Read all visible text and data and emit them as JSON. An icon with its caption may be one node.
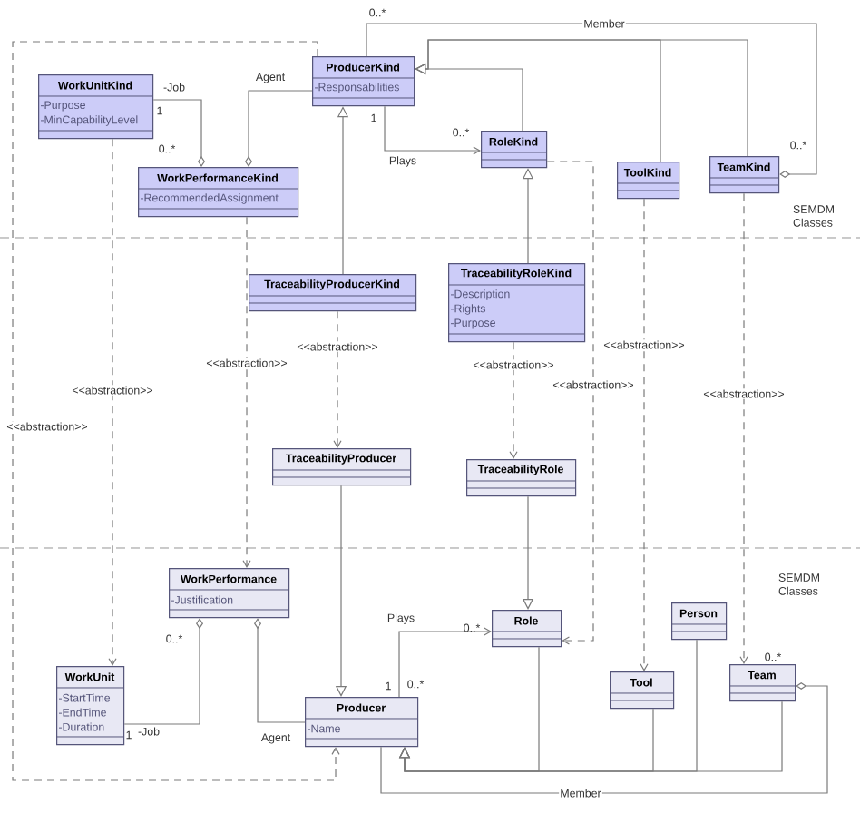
{
  "diagram": {
    "nodes": [
      {
        "text": [
          "WorkUnitKind",
          "-Purpose",
          "-MinCapabilityLevel"
        ]
      },
      {
        "text": [
          "ProducerKind",
          "-Responsabilities"
        ]
      },
      {
        "text": [
          "WorkPerformanceKind",
          "-RecommendedAssignment"
        ]
      },
      {
        "text": [
          "RoleKind"
        ]
      },
      {
        "text": [
          "ToolKind"
        ]
      },
      {
        "text": [
          "TeamKind"
        ]
      },
      {
        "text": [
          "TraceabilityProducerKind"
        ]
      },
      {
        "text": [
          "TraceabilityRoleKind",
          "-Description",
          "-Rights",
          "-Purpose"
        ]
      },
      {
        "text": [
          "TraceabilityProducer"
        ]
      },
      {
        "text": [
          "TraceabilityRole"
        ]
      },
      {
        "text": [
          "WorkPerformance",
          "-Justification"
        ]
      },
      {
        "text": [
          "Role"
        ]
      },
      {
        "text": [
          "Person"
        ]
      },
      {
        "text": [
          "WorkUnit",
          "-StartTime",
          "-EndTime",
          "-Duration"
        ]
      },
      {
        "text": [
          "Tool"
        ]
      },
      {
        "text": [
          "Team"
        ]
      },
      {
        "text": [
          "Producer",
          "-Name"
        ]
      }
    ],
    "edges": [
      {
        "from": 0,
        "to": 2,
        "arrow": "other",
        "label": "-Job"
      },
      {
        "from": 1,
        "to": 2,
        "arrow": "other",
        "label": "Agent"
      },
      {
        "from": 1,
        "to": 3,
        "arrow": "to",
        "label": "Plays"
      },
      {
        "from": 1,
        "to": 5,
        "arrow": "other",
        "label": "Member"
      },
      {
        "from": 3,
        "to": 1,
        "arrow": "to"
      },
      {
        "from": 4,
        "to": 1,
        "arrow": "to"
      },
      {
        "from": 5,
        "to": 1,
        "arrow": "to"
      },
      {
        "from": 6,
        "to": 1,
        "arrow": "to"
      },
      {
        "from": 7,
        "to": 3,
        "arrow": "to"
      },
      {
        "from": 0,
        "to": 13,
        "arrow": "to",
        "style": "dashed",
        "label": "<<abstraction>>"
      },
      {
        "from": 2,
        "to": 10,
        "arrow": "to",
        "style": "dashed",
        "label": "<<abstraction>>"
      },
      {
        "from": 1,
        "to": 16,
        "arrow": "to",
        "style": "dashed",
        "label": "<<abstraction>>"
      },
      {
        "from": 6,
        "to": 8,
        "arrow": "to",
        "style": "dashed",
        "label": "<<abstraction>>"
      },
      {
        "from": 7,
        "to": 9,
        "arrow": "to",
        "style": "dashed",
        "label": "<<abstraction>>"
      },
      {
        "from": 3,
        "to": 11,
        "arrow": "to",
        "style": "dashed",
        "label": "<<abstraction>>"
      },
      {
        "from": 4,
        "to": 14,
        "arrow": "to",
        "style": "dashed",
        "label": "<<abstraction>>"
      },
      {
        "from": 5,
        "to": 15,
        "arrow": "to",
        "style": "dashed",
        "label": "<<abstraction>>"
      },
      {
        "from": 13,
        "to": 10,
        "arrow": "other",
        "label": "-Job"
      },
      {
        "from": 16,
        "to": 10,
        "arrow": "other",
        "label": "Agent"
      },
      {
        "from": 16,
        "to": 11,
        "arrow": "to",
        "label": "Plays"
      },
      {
        "from": 8,
        "to": 16,
        "arrow": "to"
      },
      {
        "from": 9,
        "to": 11,
        "arrow": "to"
      },
      {
        "from": 11,
        "to": 16,
        "arrow": "to"
      },
      {
        "from": 14,
        "to": 16,
        "arrow": "to"
      },
      {
        "from": 12,
        "to": 16,
        "arrow": "to"
      },
      {
        "from": 15,
        "to": 16,
        "arrow": "to"
      },
      {
        "from": 16,
        "to": 15,
        "arrow": "other",
        "label": "Member"
      }
    ],
    "labels": [
      "0..*",
      "1",
      "0..*",
      "1",
      "0..*",
      "0..*",
      "SEMDM Classes",
      "SEMDM Classes",
      "0..*",
      "0..*",
      "0..*",
      "0..*",
      "1",
      "1"
    ]
  }
}
